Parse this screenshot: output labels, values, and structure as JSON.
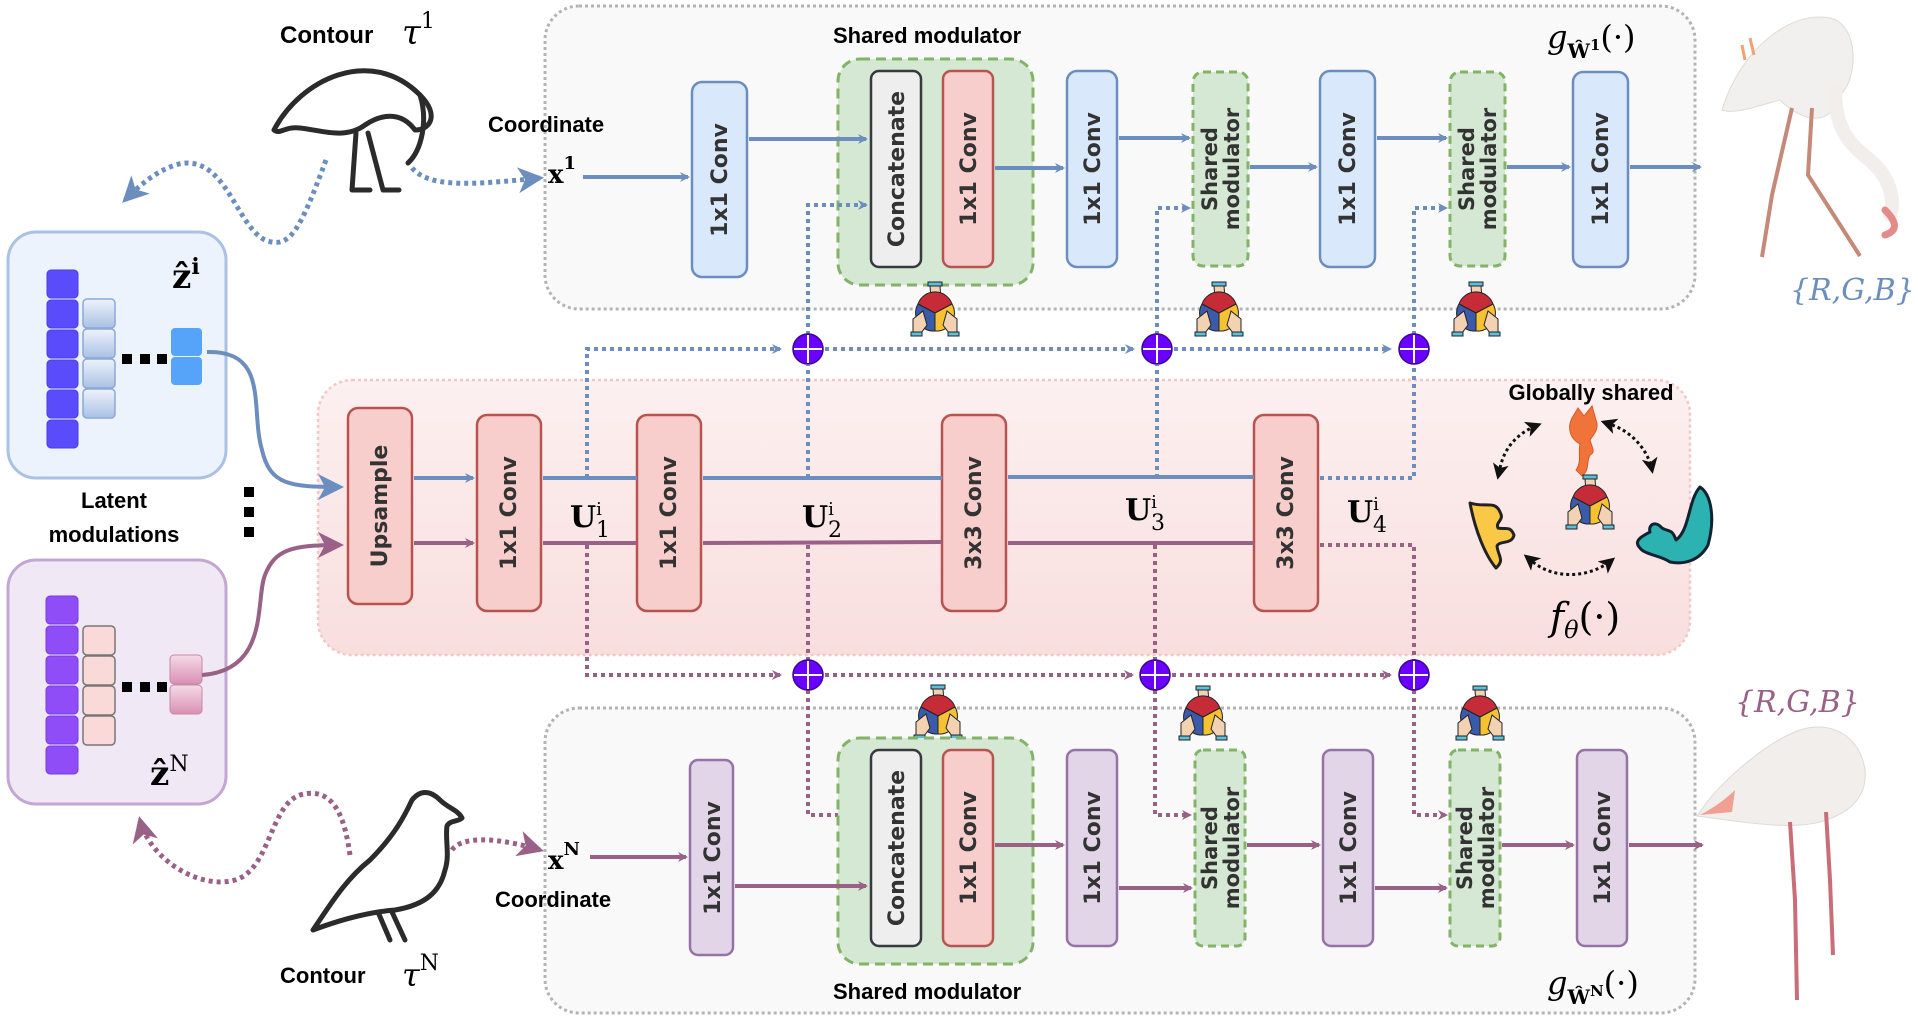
{
  "colors": {
    "top_path": "#6c8ebf",
    "bottom_path": "#996185",
    "plus_node": "#6a00ff",
    "shared_box_fill": "#d5e8d4",
    "shared_box_stroke": "#82b366",
    "top_conv_fill": "#dae8fc",
    "bottom_conv_fill": "#e1d5e7",
    "shared_conv_fill": "#f8cecc",
    "shared_conv_stroke": "#b85450",
    "global_panel_fill": "#fbe7e7",
    "concat_fill": "#eeeeee"
  },
  "top_branch": {
    "contour_label": "Contour",
    "contour_symbol": "τ",
    "contour_sup": "1",
    "coordinate_label": "Coordinate",
    "coordinate_symbol": "x",
    "coordinate_sup": "1",
    "shared_modulator_title": "Shared modulator",
    "concat_label": "Concatenate",
    "conv_labels": [
      "1x1 Conv",
      "1x1 Conv",
      "1x1 Conv",
      "1x1 Conv",
      "1x1 Conv"
    ],
    "modulator_label_line1": "Shared",
    "modulator_label_line2": "modulator",
    "function_label": "g",
    "function_sub": "Ŵ",
    "function_sub_sup": "1",
    "function_arg": "(·)",
    "output_label": "{R,G,B}",
    "output_image": "flamingo-feeding"
  },
  "bottom_branch": {
    "contour_label": "Contour",
    "contour_symbol": "τ",
    "contour_sup": "N",
    "coordinate_label": "Coordinate",
    "coordinate_symbol": "x",
    "coordinate_sup": "N",
    "shared_modulator_title": "Shared modulator",
    "concat_label": "Concatenate",
    "conv_labels": [
      "1x1 Conv",
      "1x1 Conv",
      "1x1 Conv",
      "1x1 Conv",
      "1x1 Conv"
    ],
    "modulator_label_line1": "Shared",
    "modulator_label_line2": "modulator",
    "function_label": "g",
    "function_sub": "Ŵ",
    "function_sub_sup": "N",
    "function_arg": "(·)",
    "output_label": "{R,G,B}",
    "output_image": "flamingo-resting"
  },
  "latents": {
    "top_symbol": "ẑ",
    "top_sup": "i",
    "bottom_symbol": "ẑ",
    "bottom_sup": "N",
    "caption_line1": "Latent",
    "caption_line2": "modulations"
  },
  "global": {
    "title": "Globally shared",
    "function_label": "f",
    "function_sub": "θ",
    "function_arg": "(·)",
    "blocks": [
      "Upsample",
      "1x1 Conv",
      "1x1 Conv",
      "3x3 Conv",
      "3x3 Conv"
    ],
    "features": [
      {
        "symbol": "U",
        "sup": "i",
        "sub": "1"
      },
      {
        "symbol": "U",
        "sup": "i",
        "sub": "2"
      },
      {
        "symbol": "U",
        "sup": "i",
        "sub": "3"
      },
      {
        "symbol": "U",
        "sup": "i",
        "sub": "4"
      }
    ]
  }
}
